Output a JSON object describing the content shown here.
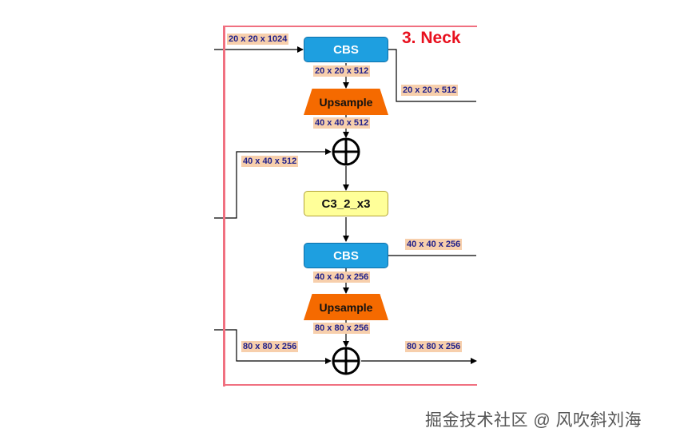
{
  "title": "3. Neck",
  "blocks": {
    "cbs_top": "CBS",
    "upsample_top": "Upsample",
    "c3": "C3_2_x3",
    "cbs_mid": "CBS",
    "upsample_bottom": "Upsample"
  },
  "dims": {
    "input_top": "20 x 20 x 1024",
    "cbs_top_out": "20 x 20 x 512",
    "branch_out_top": "20 x 20 x 512",
    "upsample_top_out": "40 x 40 x 512",
    "input_mid": "40 x 40 x 512",
    "branch_out_mid": "40 x 40 x 256",
    "cbs_mid_out": "40 x 40 x 256",
    "upsample_bottom_out": "80 x 80 x 256",
    "input_bottom": "80 x 80 x 256",
    "output_bottom": "80 x 80 x 256"
  },
  "icons": {
    "concat": "circled-plus-icon",
    "arrow": "arrow-head-icon"
  },
  "colors": {
    "frame": "#f07080",
    "title": "#e8101e",
    "cbs": "#1e9fe0",
    "upsample": "#f56a00",
    "c3": "#ffff99",
    "dim_label_bg": "#f7cfac",
    "dim_label_text": "#20208a"
  },
  "watermark": "掘金技术社区 @ 风吹斜刘海"
}
